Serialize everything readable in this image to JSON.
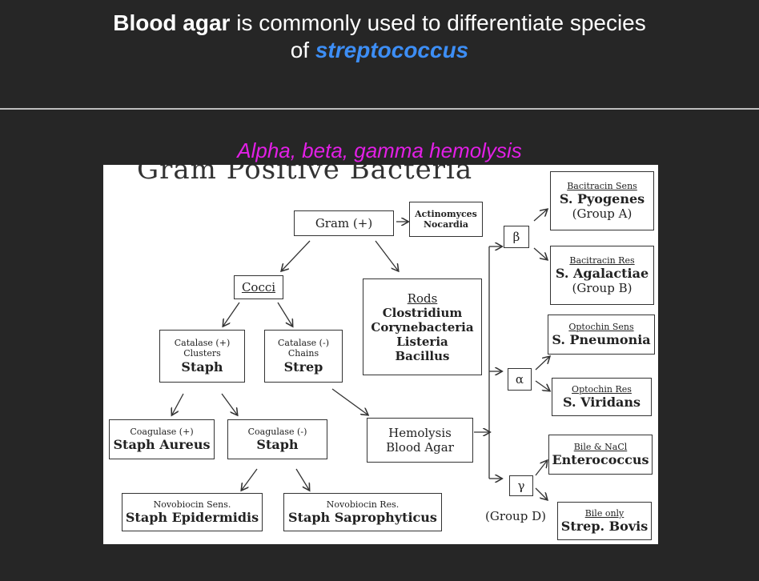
{
  "headline": {
    "part1": "Blood agar",
    "part2": " is commonly used to differentiate species",
    "part3": "of ",
    "part4": "streptococcus"
  },
  "subtitle": "Alpha, beta, gamma hemolysis",
  "diagram": {
    "title": "Gram Positive Bacteria",
    "gram": "Gram (+)",
    "actino": [
      "Actinomyces",
      "Nocardia"
    ],
    "cocci": "Cocci",
    "rods": [
      "Rods",
      "Clostridium",
      "Corynebacteria",
      "Listeria",
      "Bacillus"
    ],
    "cat_pos": [
      "Catalase (+)",
      "Clusters",
      "Staph"
    ],
    "cat_neg": [
      "Catalase (-)",
      "Chains",
      "Strep"
    ],
    "coag_pos": [
      "Coagulase (+)",
      "Staph Aureus"
    ],
    "coag_neg": [
      "Coagulase (-)",
      "Staph"
    ],
    "novo_sens": [
      "Novobiocin Sens.",
      "Staph Epidermidis"
    ],
    "novo_res": [
      "Novobiocin Res.",
      "Staph Saprophyticus"
    ],
    "hemolysis": [
      "Hemolysis",
      "Blood Agar"
    ],
    "beta": "β",
    "alpha": "α",
    "gamma": "γ",
    "group_d": "(Group D)",
    "pyogenes": [
      "Bacitracin Sens",
      "S. Pyogenes",
      "(Group A)"
    ],
    "agalactiae": [
      "Bacitracin Res",
      "S. Agalactiae",
      "(Group B)"
    ],
    "pneumonia": [
      "Optochin Sens",
      "S. Pneumonia"
    ],
    "viridans": [
      "Optochin Res",
      "S. Viridans"
    ],
    "entero": [
      "Bile & NaCl",
      "Enterococcus"
    ],
    "bovis": [
      "Bile only",
      "Strep. Bovis"
    ]
  }
}
